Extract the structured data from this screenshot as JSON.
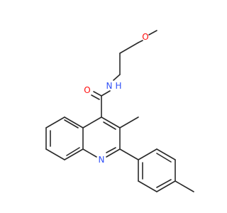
{
  "molecule": {
    "atoms": {
      "amide_nitrogen": {
        "label": "N",
        "color": "#3050f8"
      },
      "amide_hydrogen": {
        "label": "H",
        "color": "#3050f8"
      },
      "carbonyl_oxygen": {
        "label": "O",
        "color": "#ff0d0d"
      },
      "ether_oxygen": {
        "label": "O",
        "color": "#ff0d0d"
      },
      "ring_nitrogen": {
        "label": "N",
        "color": "#3050f8"
      }
    },
    "bond_color": "#2a2a2a",
    "background": "#ffffff"
  }
}
